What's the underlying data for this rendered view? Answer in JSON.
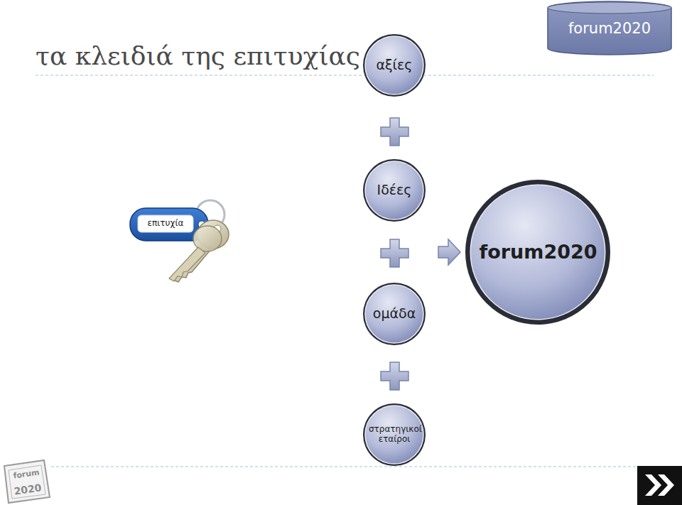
{
  "diagram": {
    "title": "τα κλειδιά της επιτυχίας",
    "nodes": [
      {
        "text": [
          "forum2020"
        ]
      },
      {
        "text": [
          "αξίες"
        ]
      },
      {
        "text": [
          "Ιδέες"
        ]
      },
      {
        "text": [
          "ομάδα"
        ]
      },
      {
        "text": [
          "στρατηγικοί εταίροι"
        ]
      },
      {
        "text": [
          "forum2020"
        ]
      }
    ],
    "labels": [
      "επιτυχία",
      "forum",
      "2020"
    ]
  }
}
